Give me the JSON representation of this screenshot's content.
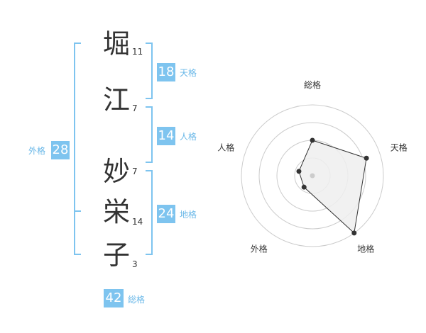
{
  "name_characters": [
    {
      "char": "堀",
      "strokes": "11"
    },
    {
      "char": "江",
      "strokes": "7"
    },
    {
      "char": "妙",
      "strokes": "7"
    },
    {
      "char": "栄",
      "strokes": "14"
    },
    {
      "char": "子",
      "strokes": "3"
    }
  ],
  "fortunes": {
    "tenkaku": {
      "value": "18",
      "label": "天格"
    },
    "jinkaku": {
      "value": "14",
      "label": "人格"
    },
    "chikaku": {
      "value": "24",
      "label": "地格"
    },
    "gaikaku": {
      "value": "28",
      "label": "外格"
    },
    "soukaku": {
      "value": "42",
      "label": "総格"
    }
  },
  "colors": {
    "accent": "#7ec4ef",
    "radar_fill": "#eeeeee",
    "ring": "#cccccc"
  },
  "chart_data": {
    "type": "radar",
    "axes": [
      "総格",
      "天格",
      "地格",
      "外格",
      "人格"
    ],
    "values": [
      0.5,
      0.8,
      1.0,
      0.2,
      0.2
    ],
    "max": 1.0,
    "rings": 4
  }
}
